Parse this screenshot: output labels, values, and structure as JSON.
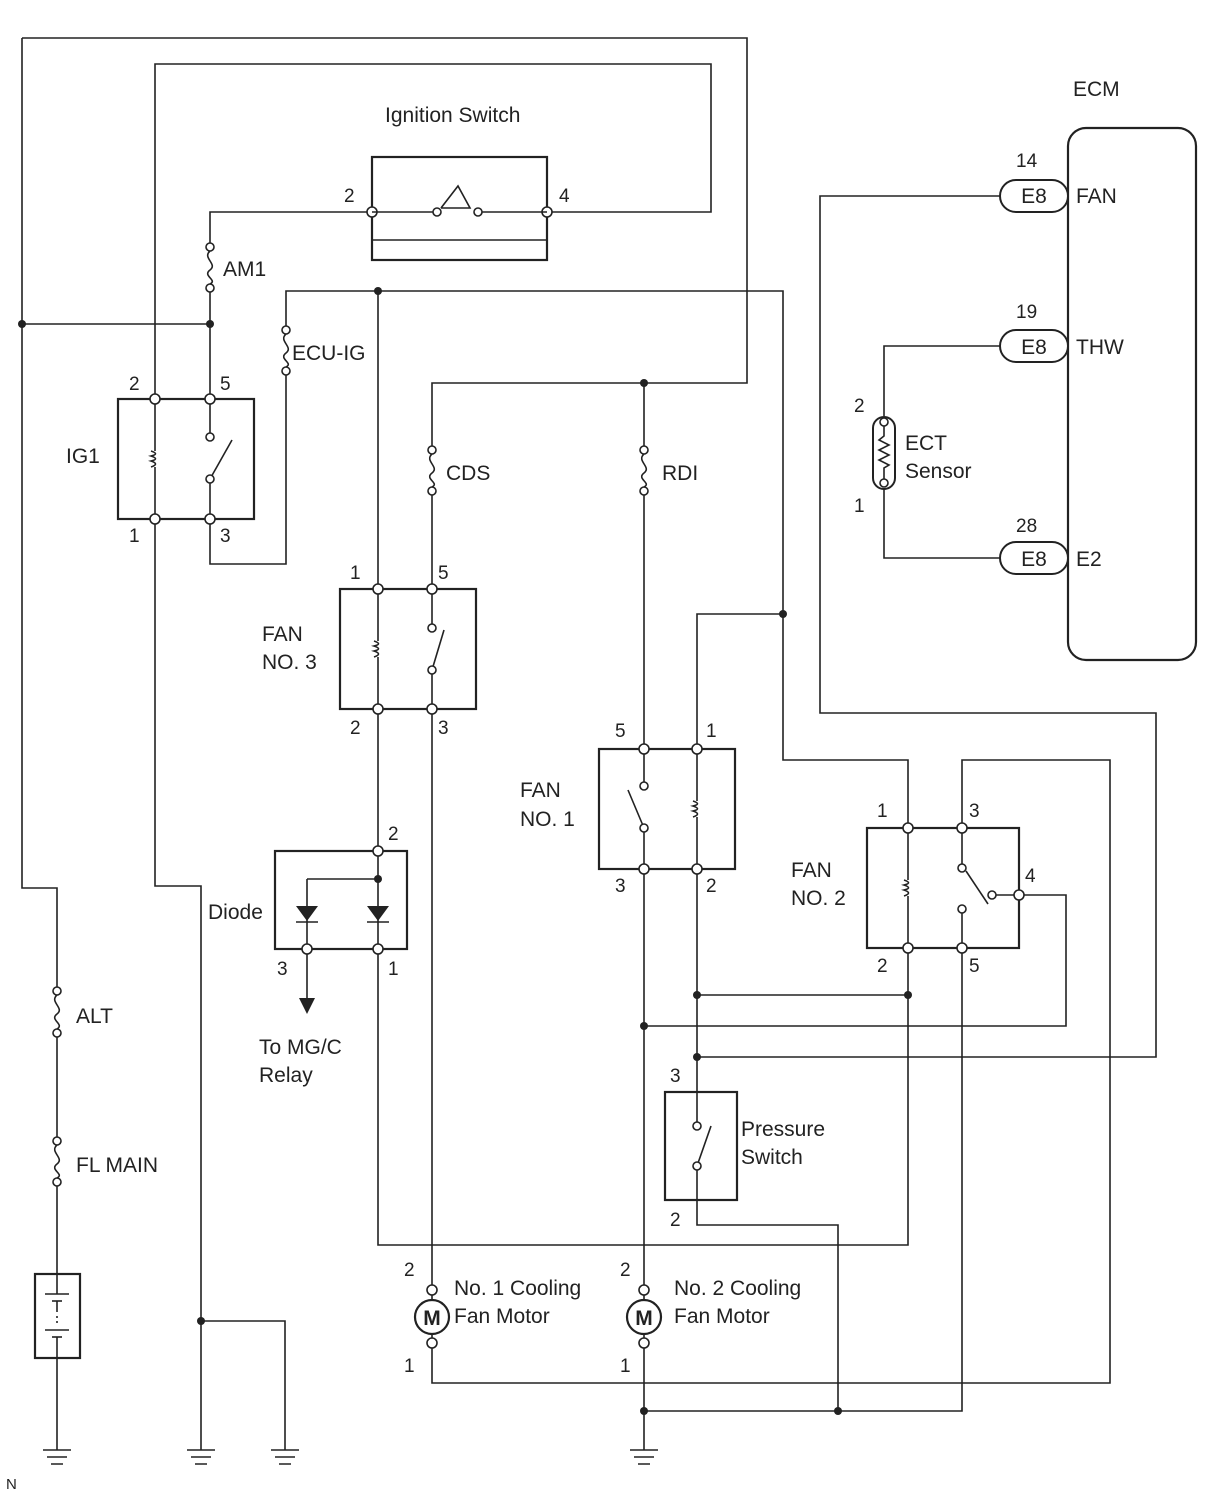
{
  "components": {
    "ignition_switch": {
      "label": "Ignition Switch",
      "pins": [
        "2",
        "4"
      ]
    },
    "ecm": {
      "label": "ECM"
    },
    "ig1": {
      "label": "IG1",
      "pins": [
        "2",
        "5",
        "1",
        "3"
      ]
    },
    "fuse_am1": {
      "label": "AM1"
    },
    "fuse_ecu_ig": {
      "label": "ECU-IG"
    },
    "fuse_cds": {
      "label": "CDS"
    },
    "fuse_rdi": {
      "label": "RDI"
    },
    "fan_no3": {
      "label_line1": "FAN",
      "label_line2": "NO. 3",
      "pins": [
        "1",
        "5",
        "2",
        "3"
      ]
    },
    "fan_no1": {
      "label_line1": "FAN",
      "label_line2": "NO. 1",
      "pins": [
        "5",
        "1",
        "3",
        "2"
      ]
    },
    "fan_no2": {
      "label_line1": "FAN",
      "label_line2": "NO. 2",
      "pins": [
        "1",
        "3",
        "4",
        "2",
        "5"
      ]
    },
    "diode": {
      "label": "Diode",
      "pins": [
        "2",
        "3",
        "1"
      ],
      "note_line1": "To MG/C",
      "note_line2": "Relay"
    },
    "ect_sensor": {
      "label_line1": "ECT",
      "label_line2": "Sensor",
      "pins": [
        "2",
        "1"
      ]
    },
    "ecm_connectors": [
      {
        "connector": "E8",
        "pin": "14",
        "signal": "FAN"
      },
      {
        "connector": "E8",
        "pin": "19",
        "signal": "THW"
      },
      {
        "connector": "E8",
        "pin": "28",
        "signal": "E2"
      }
    ],
    "fuse_alt": {
      "label": "ALT"
    },
    "fuse_fl_main": {
      "label": "FL MAIN"
    },
    "pressure_switch": {
      "label_line1": "Pressure",
      "label_line2": "Switch",
      "pins": [
        "3",
        "2"
      ]
    },
    "motor1": {
      "label_line1": "No. 1 Cooling",
      "label_line2": "Fan Motor",
      "symbol": "M",
      "pins": [
        "2",
        "1"
      ]
    },
    "motor2": {
      "label_line1": "No. 2 Cooling",
      "label_line2": "Fan Motor",
      "symbol": "M",
      "pins": [
        "2",
        "1"
      ]
    }
  },
  "corner_mark": "N",
  "colors": {
    "line": "#222222",
    "background": "#ffffff"
  }
}
